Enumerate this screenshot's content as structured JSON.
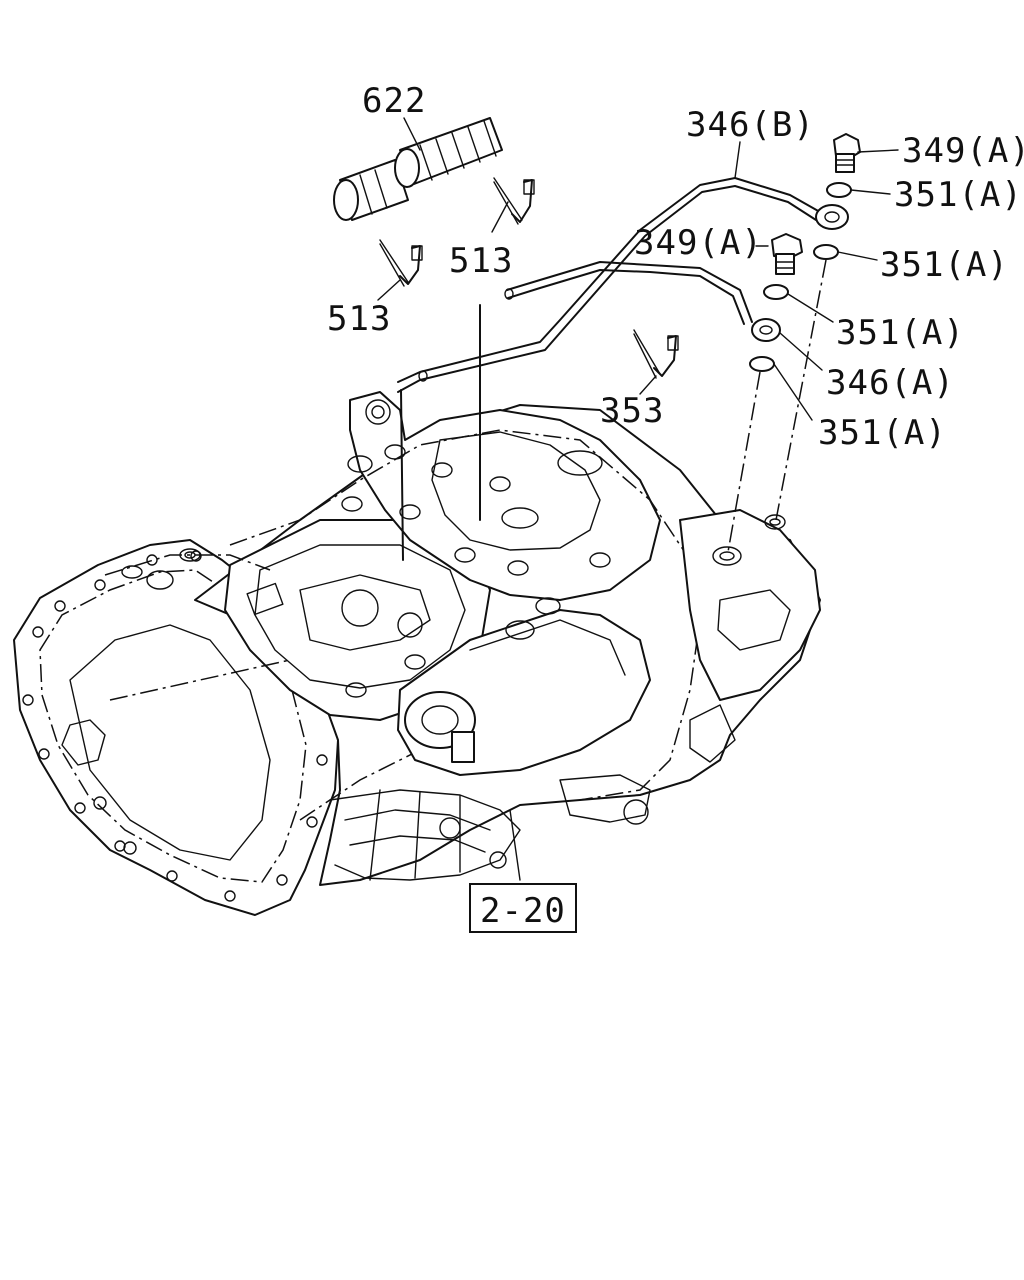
{
  "diagram": {
    "callouts": {
      "c622": "622",
      "c346b": "346(B)",
      "c349a_top": "349(A)",
      "c351a_1": "351(A)",
      "c351a_2": "351(A)",
      "c349a_mid": "349(A)",
      "c351a_3": "351(A)",
      "c346a": "346(A)",
      "c351a_4": "351(A)",
      "c513_right": "513",
      "c513_left": "513",
      "c353": "353"
    },
    "reference": "2-20"
  }
}
